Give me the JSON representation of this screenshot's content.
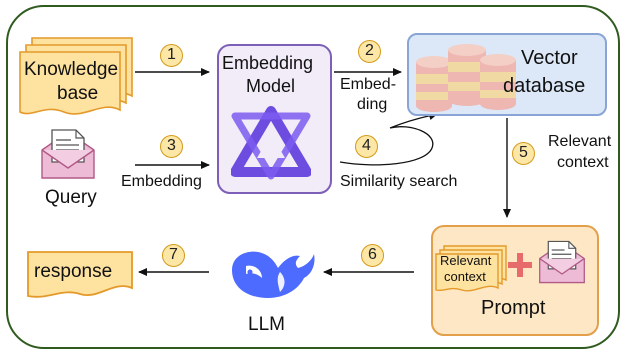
{
  "steps": [
    "1",
    "2",
    "3",
    "4",
    "5",
    "6",
    "7"
  ],
  "labels": {
    "knowledge_base_line1": "Knowledge",
    "knowledge_base_line2": "base",
    "query": "Query",
    "embedding_model_line1": "Embedding",
    "embedding_model_line2": "Model",
    "embedding_step2_line1": "Embed-",
    "embedding_step2_line2": "ding",
    "embedding_step3": "Embedding",
    "similarity_search": "Similarity search",
    "vector_db_line1": "Vector",
    "vector_db_line2": "database",
    "relevant_context_line1": "Relevant",
    "relevant_context_line2": "context",
    "prompt_doc_line1": "Relevant",
    "prompt_doc_line2": "context",
    "prompt": "Prompt",
    "llm": "LLM",
    "response": "response"
  },
  "icons": {
    "embedding_model": "qwen-logo-icon",
    "vector_db": "database-cylinders-icon",
    "llm": "deepseek-whale-icon",
    "query": "envelope-icon",
    "knowledge_base": "document-stack-icon",
    "plus": "plus-icon"
  },
  "colors": {
    "frame": "#2f5b1f",
    "step_badge_fill": "#fde7a6",
    "step_badge_border": "#d39a1b",
    "embedding_box": "#f1ecf8",
    "vector_box": "#dce8f8",
    "prompt_box": "#fde7c4",
    "document": "#fde2a0",
    "document_border": "#e49a2a",
    "envelope": "#eebbd6",
    "logo_purple": "#6d4ce0",
    "whale_blue": "#4d6bfe",
    "plus_red": "#e86b6b"
  }
}
